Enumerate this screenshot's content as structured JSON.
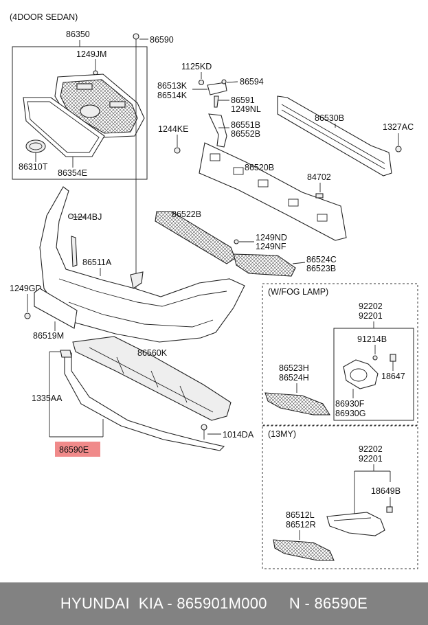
{
  "title": "(4DOOR SEDAN)",
  "boxes": {
    "fog": "(W/FOG LAMP)",
    "my13": "(13MY)"
  },
  "labels": {
    "p86350": "86350",
    "p86590": "86590",
    "p1249JM": "1249JM",
    "p86310T": "86310T",
    "p86354E": "86354E",
    "p1125KD": "1125KD",
    "p86513K": "86513K",
    "p86514K": "86514K",
    "p86594": "86594",
    "p86591": "86591",
    "p1249NL": "1249NL",
    "p1244KE": "1244KE",
    "p86551B": "86551B",
    "p86552B": "86552B",
    "p86530B": "86530B",
    "p1327AC": "1327AC",
    "p86520B": "86520B",
    "p84702": "84702",
    "p1244BJ": "1244BJ",
    "p86522B": "86522B",
    "p1249ND": "1249ND",
    "p1249NF": "1249NF",
    "p86524C": "86524C",
    "p86523B": "86523B",
    "p86511A": "86511A",
    "p1249GD": "1249GD",
    "p86519M": "86519M",
    "p86560K": "86560K",
    "p1335AA": "1335AA",
    "p86590E": "86590E",
    "p1014DA": "1014DA",
    "p92202a": "92202",
    "p92201a": "92201",
    "p91214B": "91214B",
    "p18647": "18647",
    "p86523H": "86523H",
    "p86524H": "86524H",
    "p86930F": "86930F",
    "p86930G": "86930G",
    "p92202b": "92202",
    "p92201b": "92201",
    "p18649B": "18649B",
    "p86512L": "86512L",
    "p86512R": "86512R"
  },
  "footer": "HYUNDAI  KIA - 865901M000     N - 86590E",
  "colors": {
    "highlight": "#f08a8a",
    "footer_bg": "#828282"
  }
}
